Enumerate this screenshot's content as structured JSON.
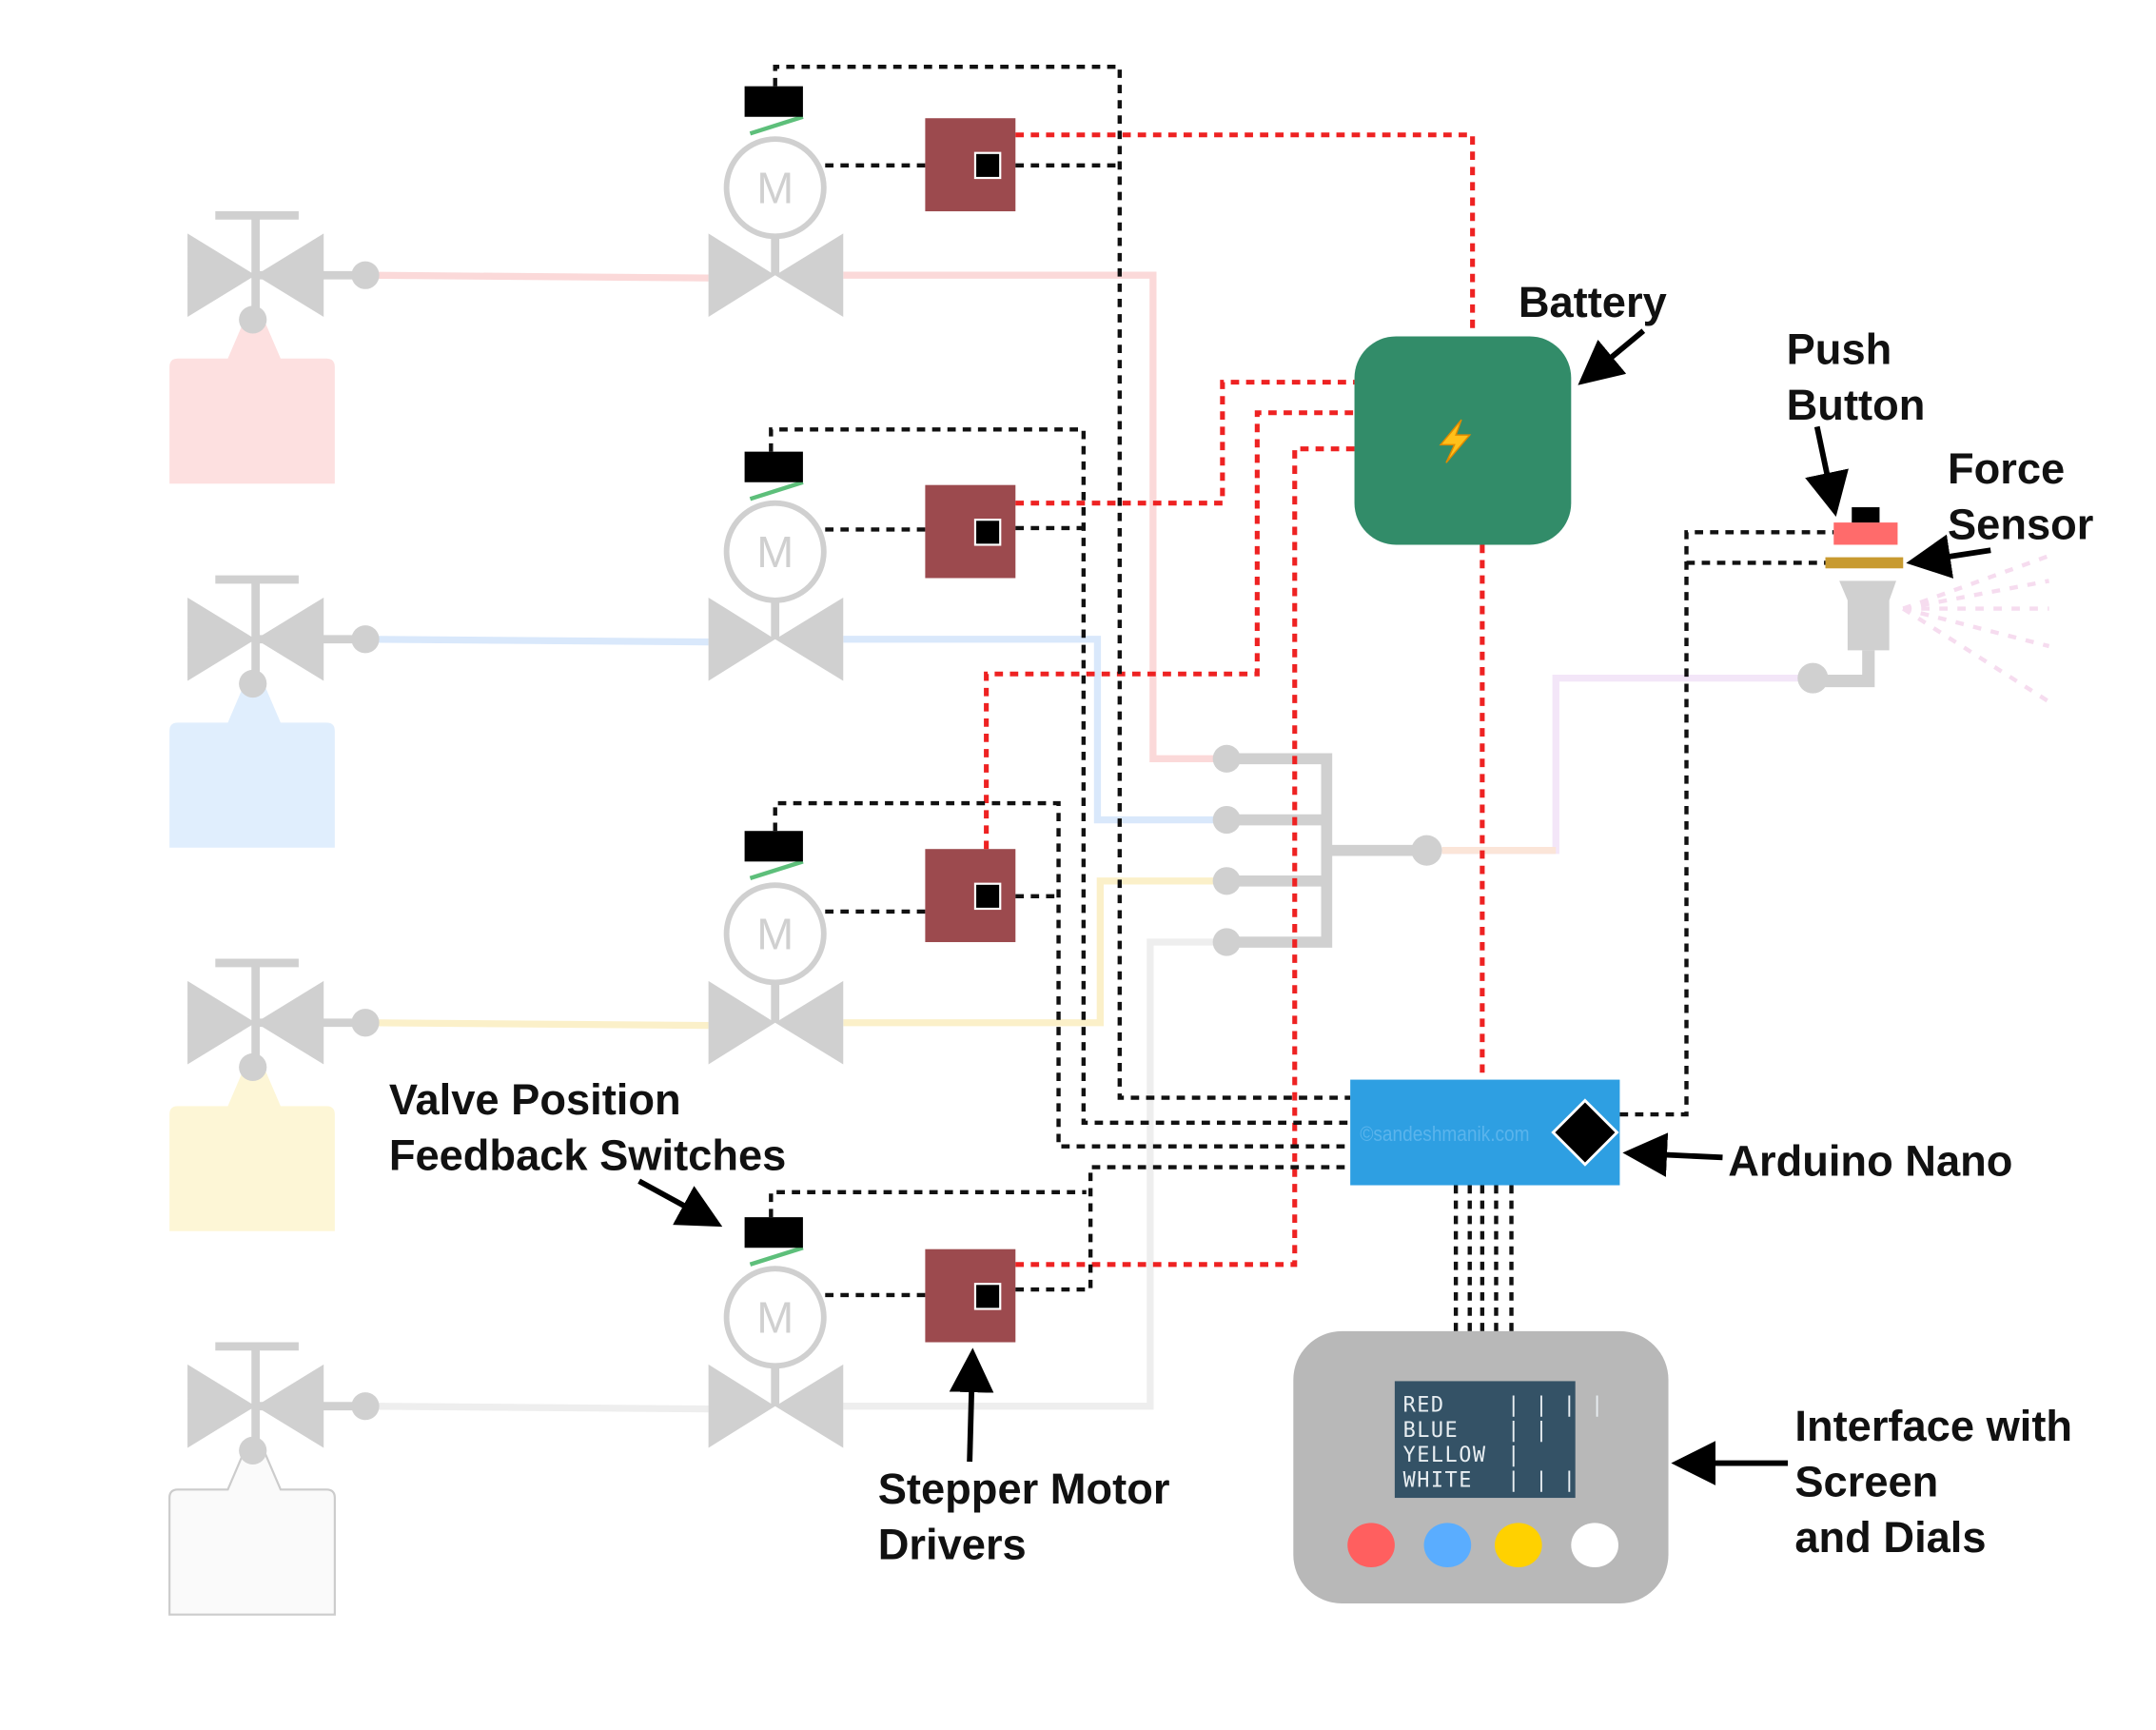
{
  "labels": {
    "battery": "Battery",
    "push_button": [
      "Push",
      "Button"
    ],
    "force_sensor": [
      "Force",
      "Sensor"
    ],
    "arduino": "Arduino Nano",
    "interface": [
      "Interface with",
      "Screen",
      "and Dials"
    ],
    "feedback": [
      "Valve Position",
      "Feedback Switches"
    ],
    "drivers": [
      "Stepper Motor",
      "Drivers"
    ],
    "motor_letter": "M",
    "watermark": "©sandeshmanik.com"
  },
  "screen": {
    "rows": [
      {
        "name": "RED",
        "bars": "| | | |"
      },
      {
        "name": "BLUE",
        "bars": "| |"
      },
      {
        "name": "YELLOW",
        "bars": "|"
      },
      {
        "name": "WHITE",
        "bars": "| | |"
      }
    ]
  },
  "icons": {
    "battery": "lightning-icon",
    "arduino": "diamond-chip-icon"
  },
  "colors": {
    "battery": "#328c69",
    "arduino": "#2e9fe2",
    "driver": "#9c4a4e",
    "interface": "#b8b8b8",
    "screen": "#345266",
    "power_wire": "#ee2222",
    "signal_wire": "#111111",
    "push_button": "#ff6b6b",
    "force_sensor": "#c89a30",
    "tanks": [
      "#fde0e0",
      "#e0eefd",
      "#fdf6d6",
      "#fafafa"
    ],
    "pipes": [
      "#fbd9d9",
      "#d9e8fb",
      "#fbf0c9",
      "#eeeeee"
    ],
    "dials": [
      "#ff5f5f",
      "#5aadff",
      "#ffd100",
      "#ffffff"
    ]
  }
}
